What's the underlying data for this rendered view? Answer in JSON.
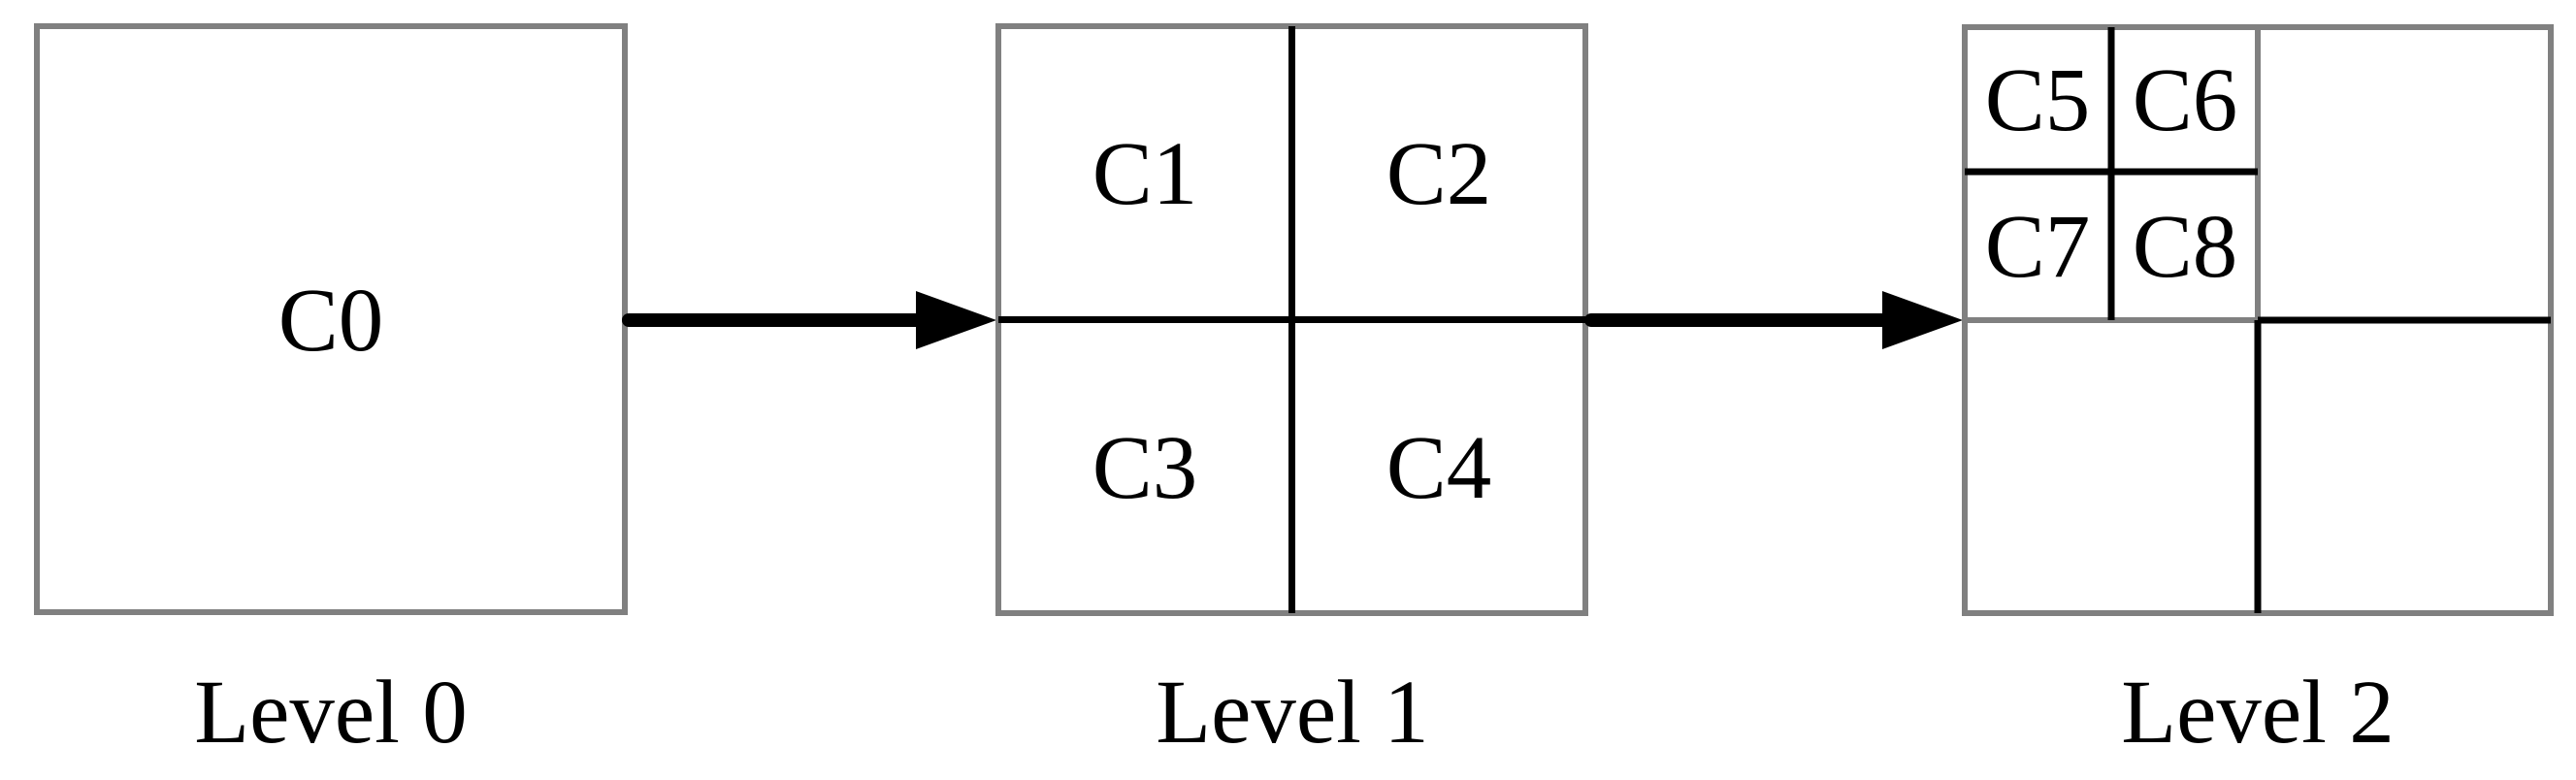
{
  "diagram": {
    "colors": {
      "background": "#ffffff",
      "box_border": "#808080",
      "partition_line": "#000000",
      "arrow": "#000000",
      "text": "#000000"
    },
    "levels": [
      {
        "label": "Level 0",
        "cells": [
          {
            "id": "C0"
          }
        ]
      },
      {
        "label": "Level 1",
        "cells": [
          {
            "id": "C1"
          },
          {
            "id": "C2"
          },
          {
            "id": "C3"
          },
          {
            "id": "C4"
          }
        ]
      },
      {
        "label": "Level 2",
        "cells": [
          {
            "id": "C5"
          },
          {
            "id": "C6"
          },
          {
            "id": "C7"
          },
          {
            "id": "C8"
          }
        ]
      }
    ],
    "arrows": [
      {
        "name": "arrow-right-icon",
        "from_label": "Level 0",
        "to_label": "Level 1"
      },
      {
        "name": "arrow-right-icon",
        "from_label": "Level 1",
        "to_label": "Level 2"
      }
    ]
  }
}
